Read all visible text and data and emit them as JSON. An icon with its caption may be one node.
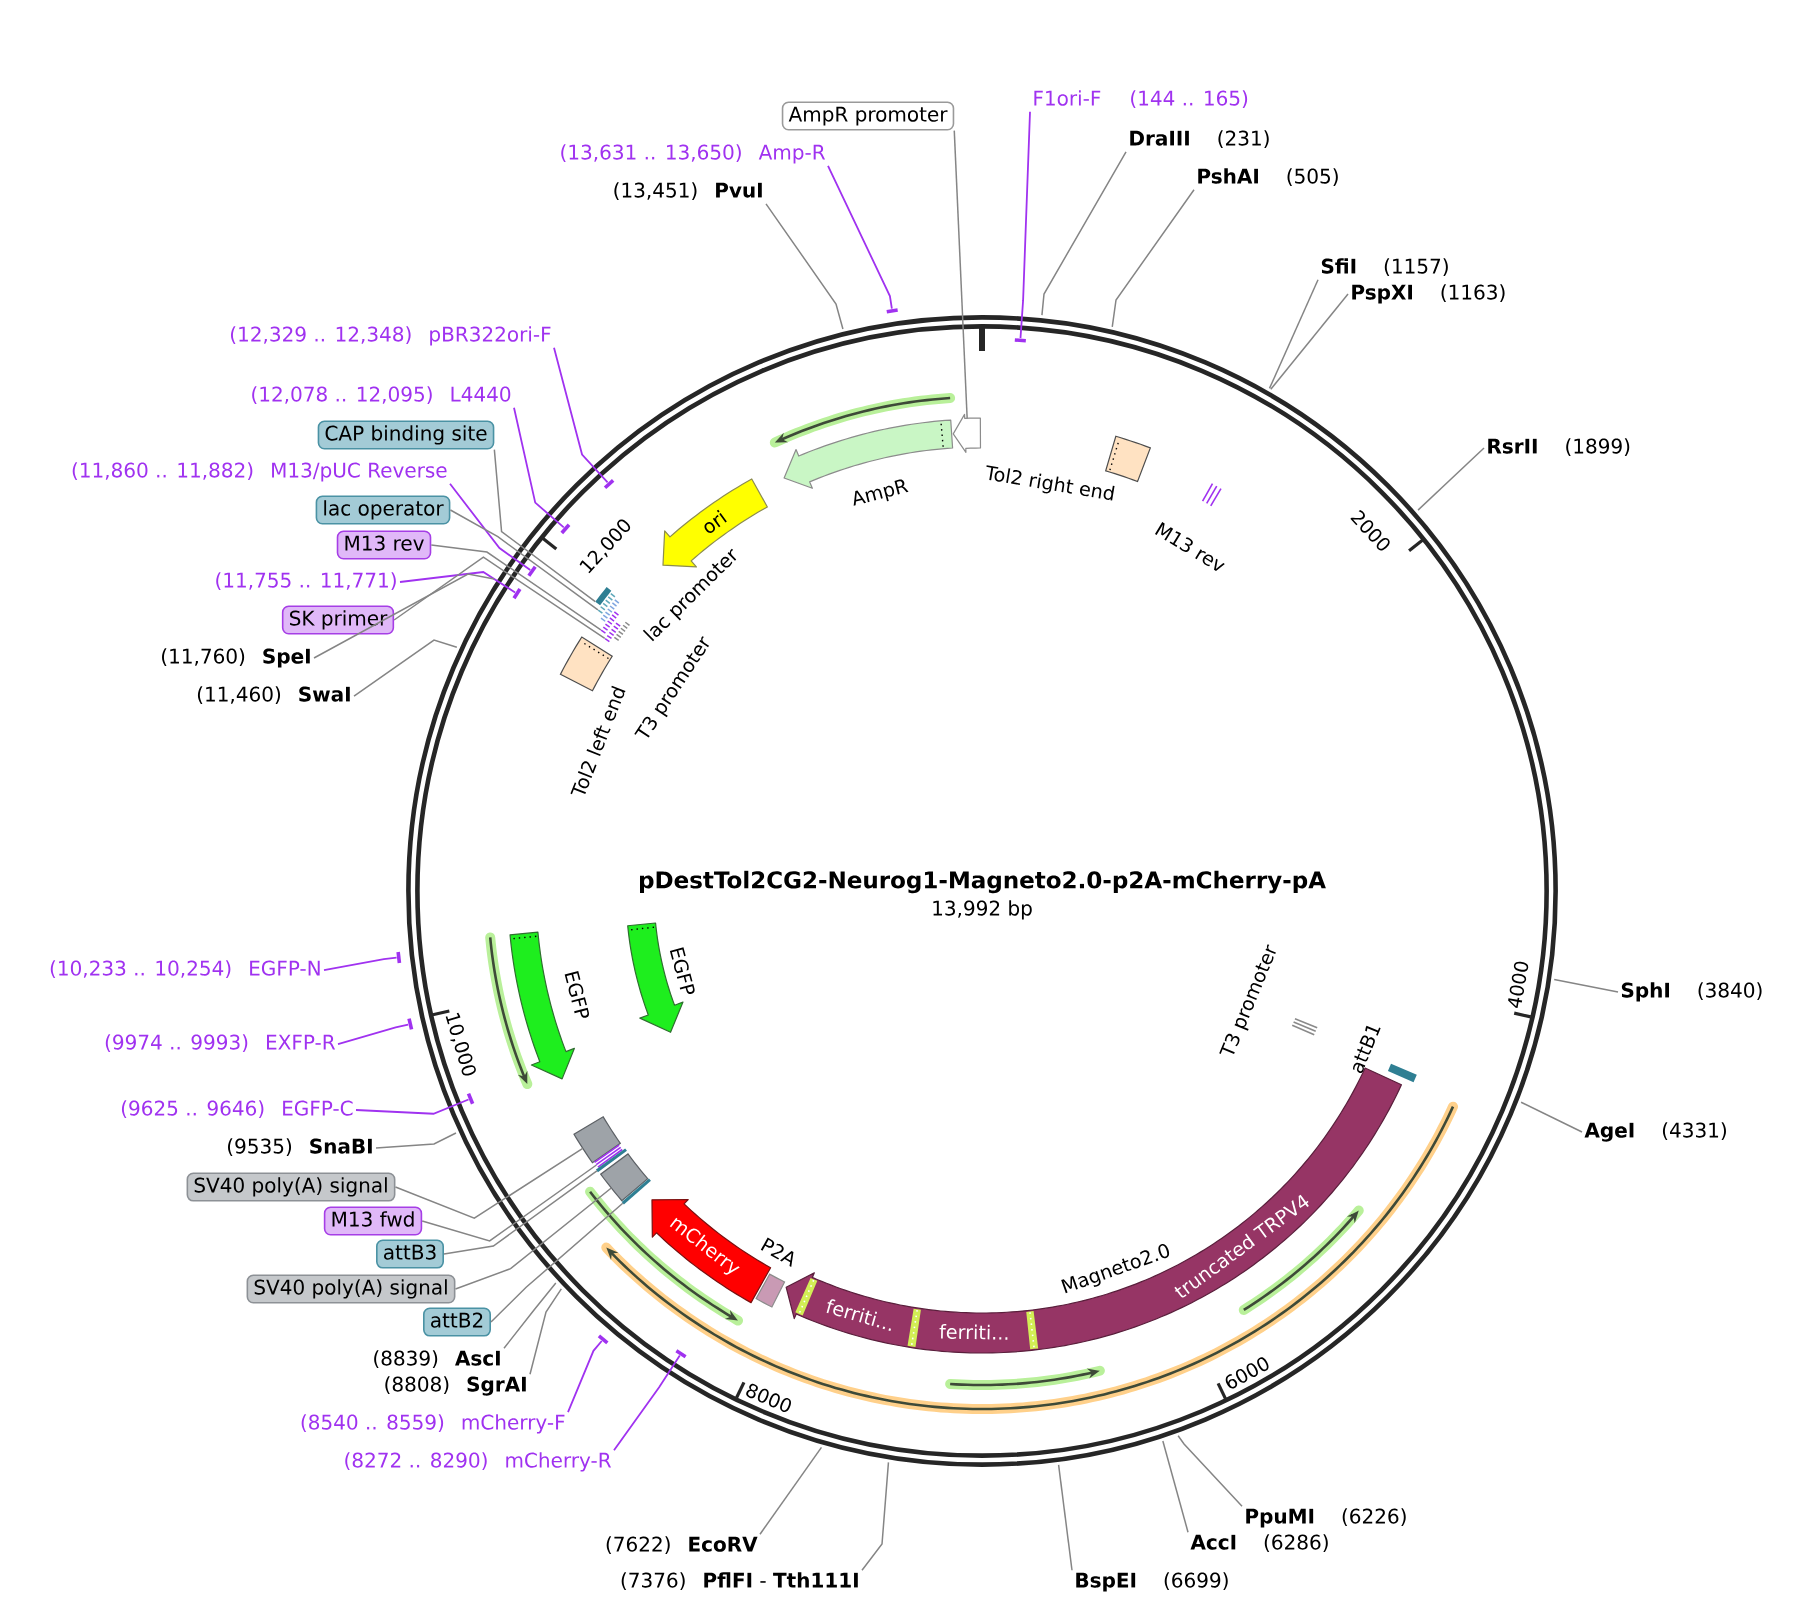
{
  "diagram": {
    "title": "pDestTol2CG2-Neurog1-Magneto2.0-p2A-mCherry-pA",
    "nodes": [
      {
        "text": [
          "AmpR promoter"
        ]
      },
      {
        "text": [
          "F1ori-F",
          "(144 .. 165)"
        ]
      },
      {
        "text": [
          "DraIII",
          "(231)"
        ]
      },
      {
        "text": [
          "(13,631 .. 13,650)",
          "Amp-R"
        ]
      },
      {
        "text": [
          "PshAI",
          "(505)"
        ]
      },
      {
        "text": [
          "(13,451)",
          "PvuI"
        ]
      },
      {
        "text": [
          "SfiI",
          "(1157)"
        ]
      },
      {
        "text": [
          "PspXI",
          "(1163)"
        ]
      },
      {
        "text": [
          "(12,329 .. 12,348)",
          "pBR322ori-F"
        ]
      },
      {
        "text": [
          "(12,078 .. 12,095)",
          "L4440"
        ]
      },
      {
        "text": [
          "CAP binding site"
        ]
      },
      {
        "text": [
          "RsrII",
          "(1899)"
        ]
      },
      {
        "text": [
          "(11,860 .. 11,882)",
          "M13/pUC Reverse"
        ]
      },
      {
        "text": [
          "lac operator"
        ]
      },
      {
        "text": [
          "M13 rev"
        ]
      },
      {
        "text": [
          "(11,755 .. 11,771)"
        ]
      },
      {
        "text": [
          "SK primer"
        ]
      },
      {
        "text": [
          "(11,760)",
          "SpeI"
        ]
      },
      {
        "text": [
          "(11,460)",
          "SwaI"
        ]
      },
      {
        "text": [
          "(10,233 .. 10,254)",
          "EGFP-N"
        ]
      },
      {
        "text": [
          "SphI",
          "(3840)"
        ]
      },
      {
        "text": [
          "(9974 .. 9993)",
          "EXFP-R"
        ]
      },
      {
        "text": [
          "(9625 .. 9646)",
          "EGFP-C"
        ]
      },
      {
        "text": [
          "AgeI",
          "(4331)"
        ]
      },
      {
        "text": [
          "(9535)",
          "SnaBI"
        ]
      },
      {
        "text": [
          "SV40 poly(A) signal"
        ]
      },
      {
        "text": [
          "M13 fwd"
        ]
      },
      {
        "text": [
          "attB3"
        ]
      },
      {
        "text": [
          "SV40 poly(A) signal"
        ]
      },
      {
        "text": [
          "attB2"
        ]
      },
      {
        "text": [
          "(8839)",
          "AscI"
        ]
      },
      {
        "text": [
          "(8808)",
          "SgrAI"
        ]
      },
      {
        "text": [
          "(8540 .. 8559)",
          "mCherry-F"
        ]
      },
      {
        "text": [
          "(8272 .. 8290)",
          "mCherry-R"
        ]
      },
      {
        "text": [
          "PpuMI",
          "(6226)"
        ]
      },
      {
        "text": [
          "(7622)",
          "EcoRV"
        ]
      },
      {
        "text": [
          "AccI",
          "(6286)"
        ]
      },
      {
        "text": [
          "(7376)",
          "**PflFI** - **Tth111I**"
        ]
      },
      {
        "text": [
          "BspEI",
          "(6699)"
        ]
      },
      {
        "text": [],
        "shape": "arrow"
      },
      {
        "text": [],
        "shape": "box",
        "beside": [
          "Tol2 right end"
        ]
      },
      {
        "text": [],
        "shape": "arrow",
        "beside": [
          "AmpR"
        ]
      },
      {
        "text": [
          "M13 rev"
        ]
      },
      {
        "text": [
          "ori"
        ]
      },
      {
        "text": [],
        "shape": "bar"
      },
      {
        "text": [],
        "shape": "bar"
      },
      {
        "text": [],
        "shape": "bar"
      },
      {
        "text": [],
        "shape": "bar"
      },
      {
        "text": [
          "T3 promoter"
        ]
      },
      {
        "text": [],
        "shape": "bar"
      },
      {
        "text": [],
        "shape": "box",
        "beside": [
          "Tol2 left end"
        ]
      },
      {
        "text": [],
        "shape": "arrow",
        "beside": [
          "EGFP"
        ]
      },
      {
        "text": [],
        "shape": "arrow",
        "beside": [
          "EGFP"
        ]
      },
      {
        "text": [
          "T3 promoter"
        ]
      },
      {
        "text": [],
        "shape": "bar",
        "beside": [
          "attB1"
        ]
      },
      {
        "text": [],
        "shape": "box"
      },
      {
        "text": [],
        "shape": "bar"
      },
      {
        "text": [],
        "shape": "bar"
      },
      {
        "text": [],
        "shape": "box"
      },
      {
        "text": [],
        "shape": "bar"
      },
      {
        "text": [
          "mCherry"
        ]
      },
      {
        "text": [],
        "shape": "box",
        "beside": [
          "P2A"
        ]
      },
      {
        "text": [
          "ferriti...",
          "ferriti...",
          "truncated TRPV4"
        ],
        "beside": [
          "Magneto2.0"
        ]
      },
      {
        "text": [],
        "shape": "bar"
      },
      {
        "text": [],
        "shape": "bar"
      },
      {
        "text": [],
        "shape": "bar"
      },
      {
        "text": [],
        "shape": "bar"
      },
      {
        "text": [],
        "shape": "bar"
      },
      {
        "text": [],
        "shape": "bar"
      },
      {
        "text": [],
        "shape": "bar"
      },
      {
        "text": [],
        "shape": "bar"
      },
      {
        "text": [],
        "shape": "bar"
      },
      {
        "text": [],
        "shape": "bar"
      },
      {
        "text": [],
        "shape": "bar"
      }
    ],
    "edges": [
      {
        "from": 0,
        "to": 39,
        "arrow": "none"
      },
      {
        "from": 1,
        "to": 64,
        "arrow": "none",
        "color": "#a032f0"
      },
      {
        "from": 2,
        "to": null,
        "arrow": "none"
      },
      {
        "from": 3,
        "to": 63,
        "arrow": "none",
        "color": "#a032f0"
      },
      {
        "from": 4,
        "to": null,
        "arrow": "none"
      },
      {
        "from": 5,
        "to": null,
        "arrow": "none"
      },
      {
        "from": 6,
        "to": null,
        "arrow": "none"
      },
      {
        "from": 7,
        "to": null,
        "arrow": "none"
      },
      {
        "from": 8,
        "to": 65,
        "arrow": "none",
        "color": "#a032f0"
      },
      {
        "from": 9,
        "to": 66,
        "arrow": "none",
        "color": "#a032f0"
      },
      {
        "from": 10,
        "to": 44,
        "arrow": "none"
      },
      {
        "from": 11,
        "to": null,
        "arrow": "none"
      },
      {
        "from": 12,
        "to": 67,
        "arrow": "none",
        "color": "#a032f0"
      },
      {
        "from": 13,
        "to": 45,
        "arrow": "none"
      },
      {
        "from": 14,
        "to": 46,
        "arrow": "none"
      },
      {
        "from": 15,
        "to": 68,
        "arrow": "none",
        "color": "#a032f0"
      },
      {
        "from": 16,
        "to": 49,
        "arrow": "none"
      },
      {
        "from": 17,
        "to": null,
        "arrow": "none"
      },
      {
        "from": 18,
        "to": null,
        "arrow": "none"
      },
      {
        "from": 19,
        "to": 69,
        "arrow": "none",
        "color": "#a032f0"
      },
      {
        "from": 20,
        "to": null,
        "arrow": "none"
      },
      {
        "from": 21,
        "to": 70,
        "arrow": "none",
        "color": "#a032f0"
      },
      {
        "from": 22,
        "to": 71,
        "arrow": "none",
        "color": "#a032f0"
      },
      {
        "from": 23,
        "to": null,
        "arrow": "none"
      },
      {
        "from": 24,
        "to": null,
        "arrow": "none"
      },
      {
        "from": 25,
        "to": 55,
        "arrow": "none"
      },
      {
        "from": 26,
        "to": 56,
        "arrow": "none"
      },
      {
        "from": 27,
        "to": 57,
        "arrow": "none"
      },
      {
        "from": 28,
        "to": 58,
        "arrow": "none"
      },
      {
        "from": 29,
        "to": 59,
        "arrow": "none"
      },
      {
        "from": 30,
        "to": null,
        "arrow": "none"
      },
      {
        "from": 31,
        "to": null,
        "arrow": "none"
      },
      {
        "from": 32,
        "to": 72,
        "arrow": "none",
        "color": "#a032f0"
      },
      {
        "from": 33,
        "to": 73,
        "arrow": "none",
        "color": "#a032f0"
      },
      {
        "from": 34,
        "to": null,
        "arrow": "none"
      },
      {
        "from": 35,
        "to": null,
        "arrow": "none"
      },
      {
        "from": 36,
        "to": null,
        "arrow": "none"
      },
      {
        "from": 37,
        "to": null,
        "arrow": "none"
      },
      {
        "from": 38,
        "to": null,
        "arrow": "none"
      }
    ],
    "labels": [
      "2000",
      "12,000",
      "lac promoter",
      "13,992 bp",
      "4000",
      "10,000",
      "6000",
      "8000"
    ]
  }
}
